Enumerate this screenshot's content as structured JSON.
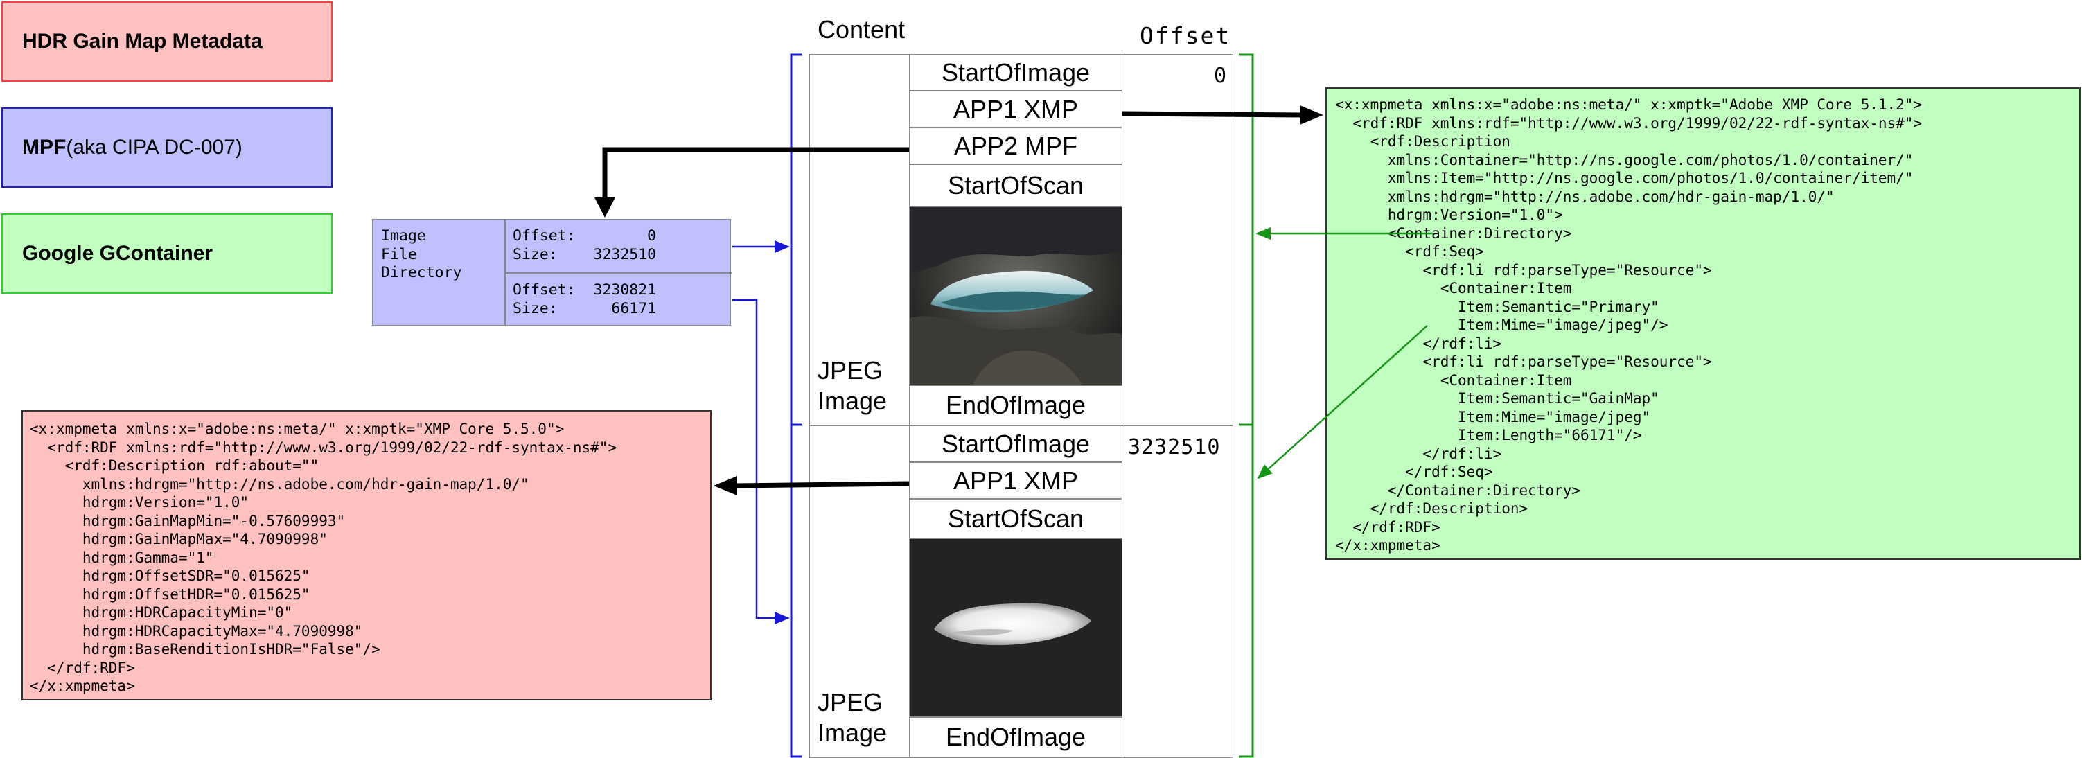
{
  "legend": {
    "hdr": {
      "bold": "HDR Gain Map Metadata",
      "rest": "",
      "fill": "#ffc0c0",
      "stroke": "#ff4040"
    },
    "mpf": {
      "bold": "MPF",
      "rest": " (aka CIPA DC-007)",
      "fill": "#c0c0ff",
      "stroke": "#2020d0"
    },
    "gcontainer": {
      "bold": "Google GContainer",
      "rest": "",
      "fill": "#c0ffc0",
      "stroke": "#30d030"
    }
  },
  "headers": {
    "content": "Content",
    "offset": "Offset"
  },
  "primary": {
    "segments": [
      "StartOfImage",
      "APP1 XMP",
      "APP2 MPF",
      "StartOfScan"
    ],
    "end": "EndOfImage",
    "label_line1": "JPEG",
    "label_line2": "Image",
    "offset": "0",
    "image_desc": "sea-cave-photo"
  },
  "gainmap": {
    "segments": [
      "StartOfImage",
      "APP1 XMP",
      "StartOfScan"
    ],
    "end": "EndOfImage",
    "label_line1": "JPEG",
    "label_line2": "Image",
    "offset": "3232510",
    "image_desc": "gain-map-grayscale"
  },
  "ifd": {
    "label": "Image\nFile\nDirectory",
    "entry1": "Offset:        0\nSize:    3232510",
    "entry2": "Offset:  3230821\nSize:      66171"
  },
  "gcontainer_xmp": "<x:xmpmeta xmlns:x=\"adobe:ns:meta/\" x:xmptk=\"Adobe XMP Core 5.1.2\">\n  <rdf:RDF xmlns:rdf=\"http://www.w3.org/1999/02/22-rdf-syntax-ns#\">\n    <rdf:Description\n      xmlns:Container=\"http://ns.google.com/photos/1.0/container/\"\n      xmlns:Item=\"http://ns.google.com/photos/1.0/container/item/\"\n      xmlns:hdrgm=\"http://ns.adobe.com/hdr-gain-map/1.0/\"\n      hdrgm:Version=\"1.0\">\n      <Container:Directory>\n        <rdf:Seq>\n          <rdf:li rdf:parseType=\"Resource\">\n            <Container:Item\n              Item:Semantic=\"Primary\"\n              Item:Mime=\"image/jpeg\"/>\n          </rdf:li>\n          <rdf:li rdf:parseType=\"Resource\">\n            <Container:Item\n              Item:Semantic=\"GainMap\"\n              Item:Mime=\"image/jpeg\"\n              Item:Length=\"66171\"/>\n          </rdf:li>\n        </rdf:Seq>\n      </Container:Directory>\n    </rdf:Description>\n  </rdf:RDF>\n</x:xmpmeta>",
  "hdr_xmp": "<x:xmpmeta xmlns:x=\"adobe:ns:meta/\" x:xmptk=\"XMP Core 5.5.0\">\n  <rdf:RDF xmlns:rdf=\"http://www.w3.org/1999/02/22-rdf-syntax-ns#\">\n    <rdf:Description rdf:about=\"\"\n      xmlns:hdrgm=\"http://ns.adobe.com/hdr-gain-map/1.0/\"\n      hdrgm:Version=\"1.0\"\n      hdrgm:GainMapMin=\"-0.57609993\"\n      hdrgm:GainMapMax=\"4.7090998\"\n      hdrgm:Gamma=\"1\"\n      hdrgm:OffsetSDR=\"0.015625\"\n      hdrgm:OffsetHDR=\"0.015625\"\n      hdrgm:HDRCapacityMin=\"0\"\n      hdrgm:HDRCapacityMax=\"4.7090998\"\n      hdrgm:BaseRenditionIsHDR=\"False\"/>\n  </rdf:RDF>\n</x:xmpmeta>"
}
